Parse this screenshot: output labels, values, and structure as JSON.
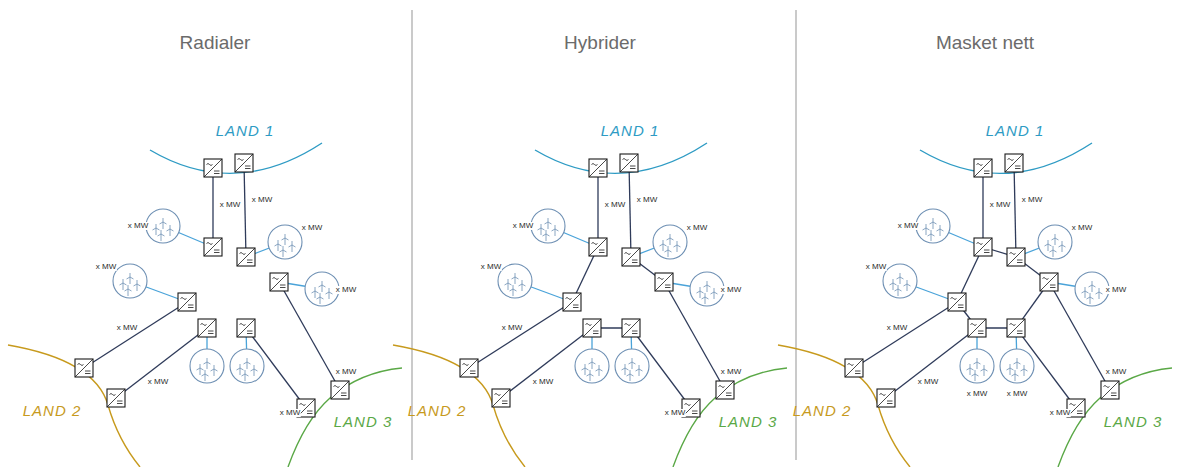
{
  "diagram": {
    "labels": [
      "Radialer",
      "Hybrider",
      "Masket nett",
      "LAND 1",
      "LAND 2",
      "LAND 3",
      "LAND 1",
      "LAND 2",
      "LAND 3",
      "LAND 1",
      "LAND 2",
      "LAND 3",
      "x MW",
      "x MW",
      "x MW",
      "x MW",
      "x MW",
      "x MW",
      "x MW",
      "x MW",
      "x MW",
      "x MW",
      "x MW",
      "x MW",
      "x MW",
      "x MW",
      "x MW",
      "x MW",
      "x MW",
      "x MW",
      "x MW",
      "x MW",
      "x MW",
      "x MW",
      "x MW",
      "x MW",
      "x MW",
      "x MW",
      "x MW",
      "x MW",
      "x MW",
      "x MW",
      "x MW",
      "x MW"
    ]
  }
}
